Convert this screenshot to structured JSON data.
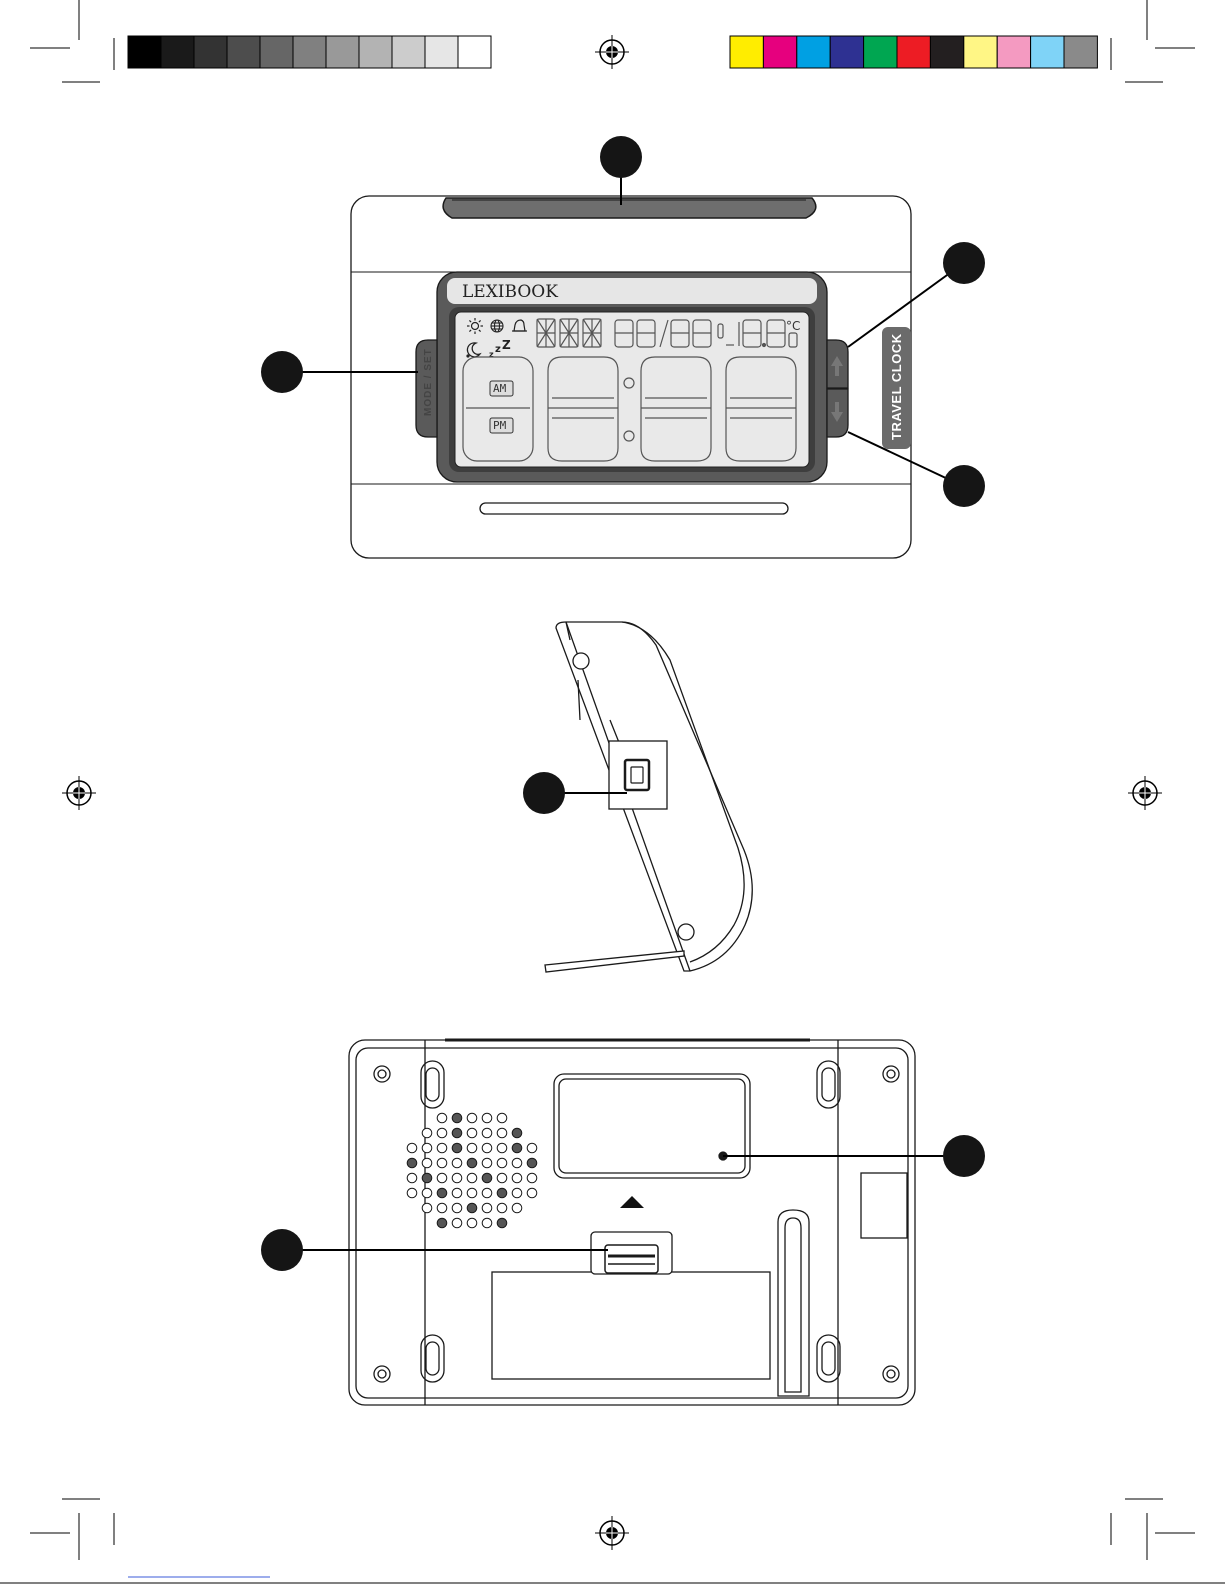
{
  "front_view": {
    "brand": "LEXIBOOK",
    "mode_set_label": "MODE / SET",
    "side_tab_label": "TRAVEL CLOCK",
    "am_label": "AM",
    "pm_label": "PM",
    "temp_unit_c": "°C",
    "zz_label": "zZZ"
  },
  "colors": {
    "outline": "#1a1a1a",
    "display_frame": "#555555",
    "lcd": "#e9e9e9",
    "callout_dot": "#151515",
    "tab": "#6b6b6b",
    "swatches": [
      "#ffed00",
      "#e6007e",
      "#00a0e3",
      "#2e3192",
      "#00a651",
      "#ed1c24",
      "#231f20",
      "#fff685",
      "#f49ac1",
      "#7fd3f7",
      "#8a8a8a"
    ],
    "grays": [
      "#000000",
      "#1a1a1a",
      "#333333",
      "#4d4d4d",
      "#666666",
      "#808080",
      "#999999",
      "#b3b3b3",
      "#cccccc",
      "#e6e6e6",
      "#ffffff"
    ]
  },
  "icons": [
    "sun-icon",
    "globe-icon",
    "bell-icon",
    "moon-icon",
    "registration-mark-icon",
    "usb-port-icon",
    "arrow-up-icon",
    "arrow-down-icon"
  ]
}
